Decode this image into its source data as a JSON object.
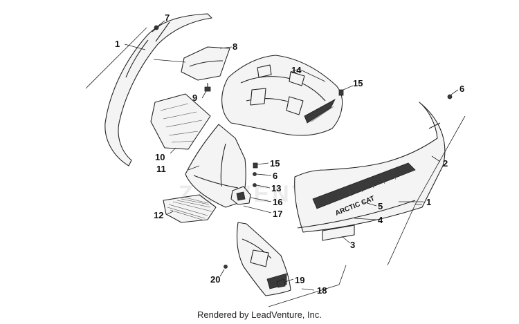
{
  "callouts": {
    "c1a": "1",
    "c1b": "1",
    "c2": "2",
    "c3": "3",
    "c4": "4",
    "c5": "5",
    "c6a": "6",
    "c6b": "6",
    "c7": "7",
    "c8": "8",
    "c9": "9",
    "c10": "10",
    "c11": "11",
    "c12": "12",
    "c13": "13",
    "c14": "14",
    "c15a": "15",
    "c15b": "15",
    "c16": "16",
    "c17": "17",
    "c18": "18",
    "c19": "19",
    "c20": "20"
  },
  "decal": {
    "brand": "ARCTIC CAT"
  },
  "watermark": "ZANVENTURE",
  "footer": "Rendered by LeadVenture, Inc."
}
